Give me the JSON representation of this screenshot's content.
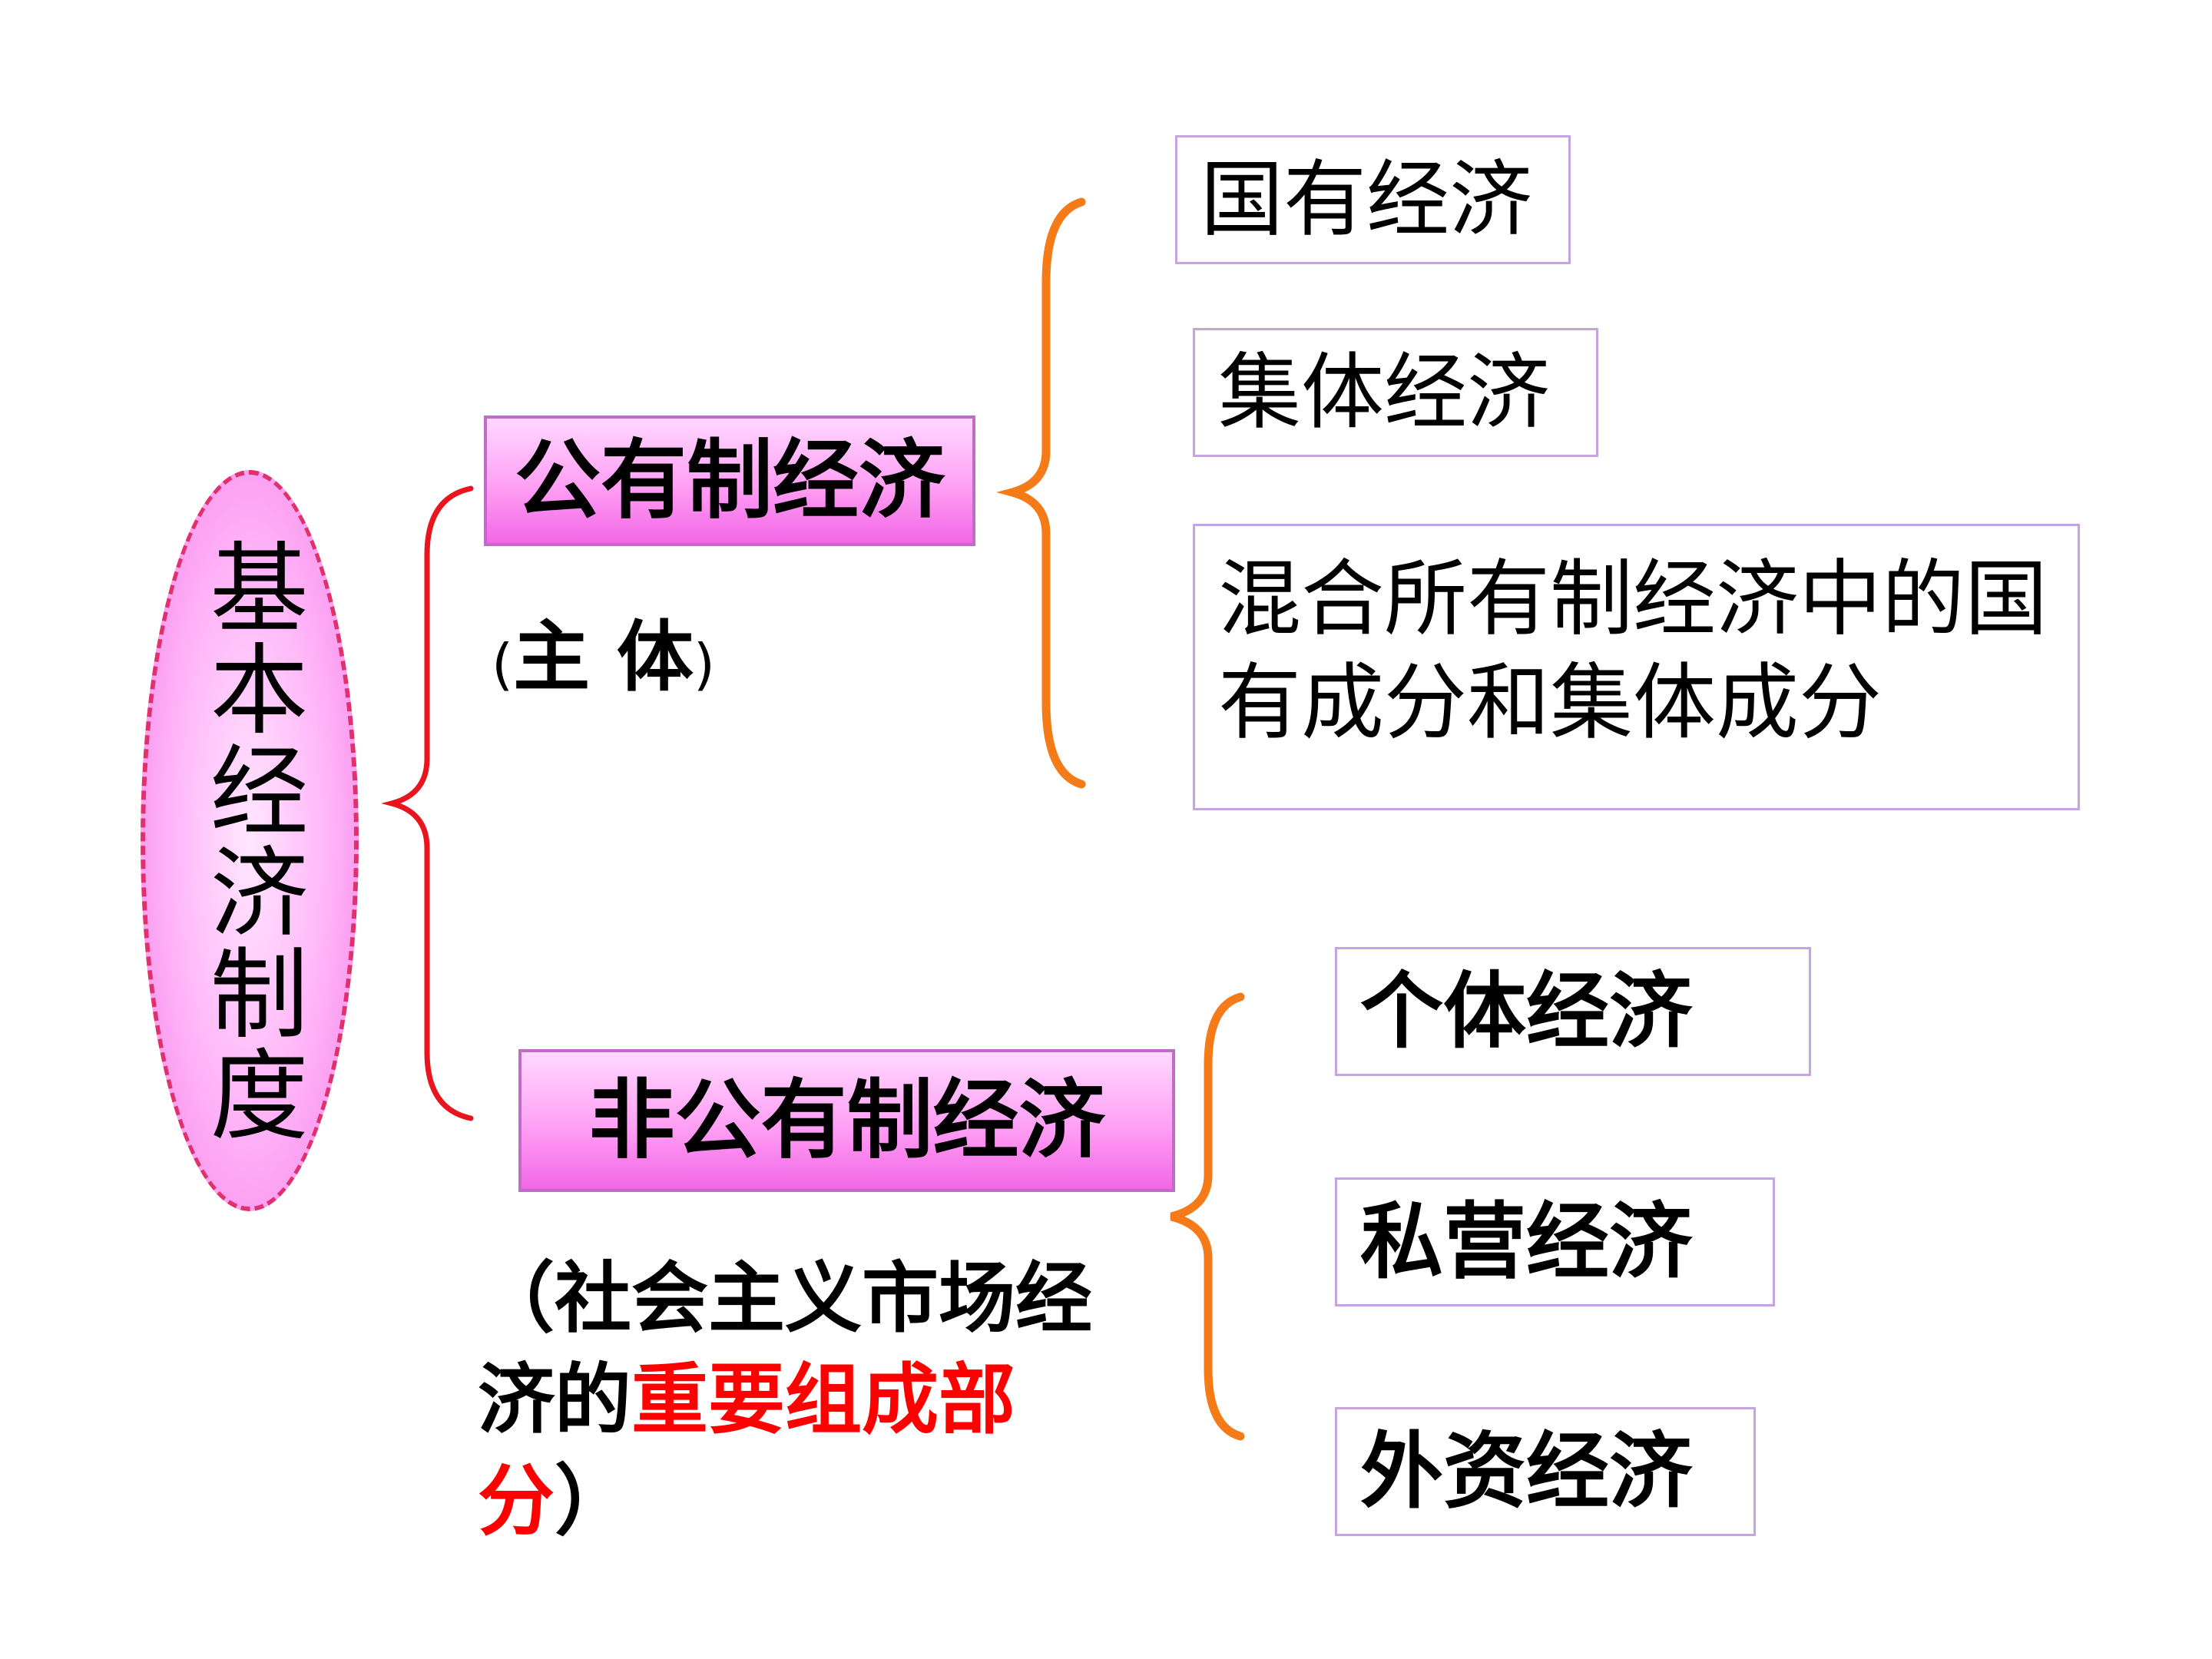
{
  "root": {
    "label": "基本经济制度"
  },
  "categories": [
    {
      "label": "公有制经济",
      "note": "主 体",
      "items": [
        "国有经济",
        "集体经济",
        "混合所有制经济中的国有成分和集体成分"
      ]
    },
    {
      "label": "非公有制经济",
      "note_prefix": "（社会主义市场经济的",
      "note_highlight": "重要组成部分",
      "note_suffix": "）",
      "items": [
        "个体经济",
        "私营经济",
        "外资经济"
      ]
    }
  ],
  "colors": {
    "main_brace": "#e8141e",
    "sub_brace": "#f57a18",
    "highlight": "#ff0000",
    "ellipse_border": "#e0306e",
    "box_border": "#c06bc6",
    "leaf_border": "#c8a3e2"
  }
}
